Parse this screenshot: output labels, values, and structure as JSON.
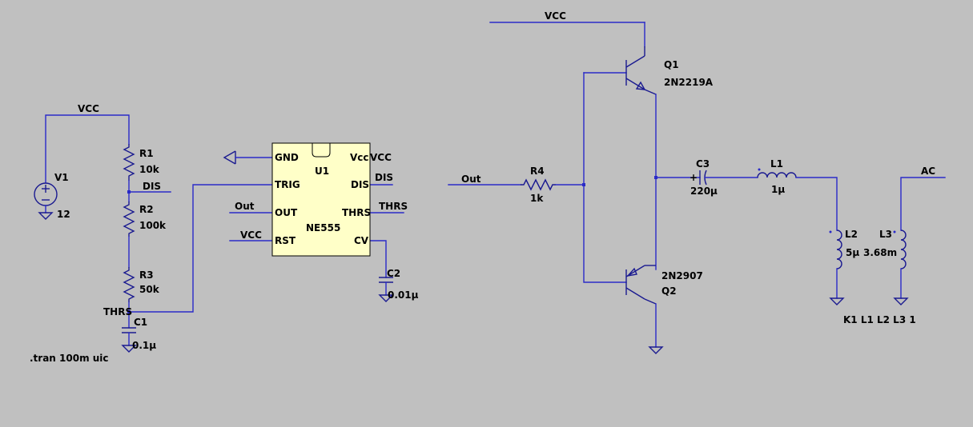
{
  "colors": {
    "background": "#c0c0c0",
    "wire": "#2a2ac8",
    "component": "#1a1a90",
    "ic_fill": "#ffffc8",
    "text": "#000000"
  },
  "nets": {
    "vcc_v1": "VCC",
    "vcc_q1": "VCC",
    "vcc_pin": "VCC",
    "vcc_rst": "VCC",
    "dis_r": "DIS",
    "dis_ic": "DIS",
    "thrs_c1": "THRS",
    "thrs_ic": "THRS",
    "out_ic": "Out",
    "out_r4": "Out",
    "ac": "AC"
  },
  "components": {
    "v1": {
      "name": "V1",
      "value": "12"
    },
    "r1": {
      "name": "R1",
      "value": "10k"
    },
    "r2": {
      "name": "R2",
      "value": "100k"
    },
    "r3": {
      "name": "R3",
      "value": "50k"
    },
    "c1": {
      "name": "C1",
      "value": "0.1µ"
    },
    "c2": {
      "name": "C2",
      "value": "0.01µ"
    },
    "c3": {
      "name": "C3",
      "value": "220µ",
      "polarity": "+"
    },
    "r4": {
      "name": "R4",
      "value": "1k"
    },
    "q1": {
      "name": "Q1",
      "value": "2N2219A"
    },
    "q2": {
      "name": "Q2",
      "value": "2N2907"
    },
    "l1": {
      "name": "L1",
      "value": "1µ"
    },
    "l2": {
      "name": "L2",
      "value": "5µ"
    },
    "l3": {
      "name": "L3",
      "value": "3.68m"
    },
    "u1": {
      "name": "U1",
      "value": "NE555",
      "pins": {
        "gnd": "GND",
        "trig": "TRIG",
        "out": "OUT",
        "rst": "RST",
        "vcc": "Vcc",
        "dis": "DIS",
        "thrs": "THRS",
        "cv": "CV"
      }
    }
  },
  "directives": {
    "tran": ".tran 100m uic",
    "coupling": "K1 L1 L2 L3 1"
  }
}
